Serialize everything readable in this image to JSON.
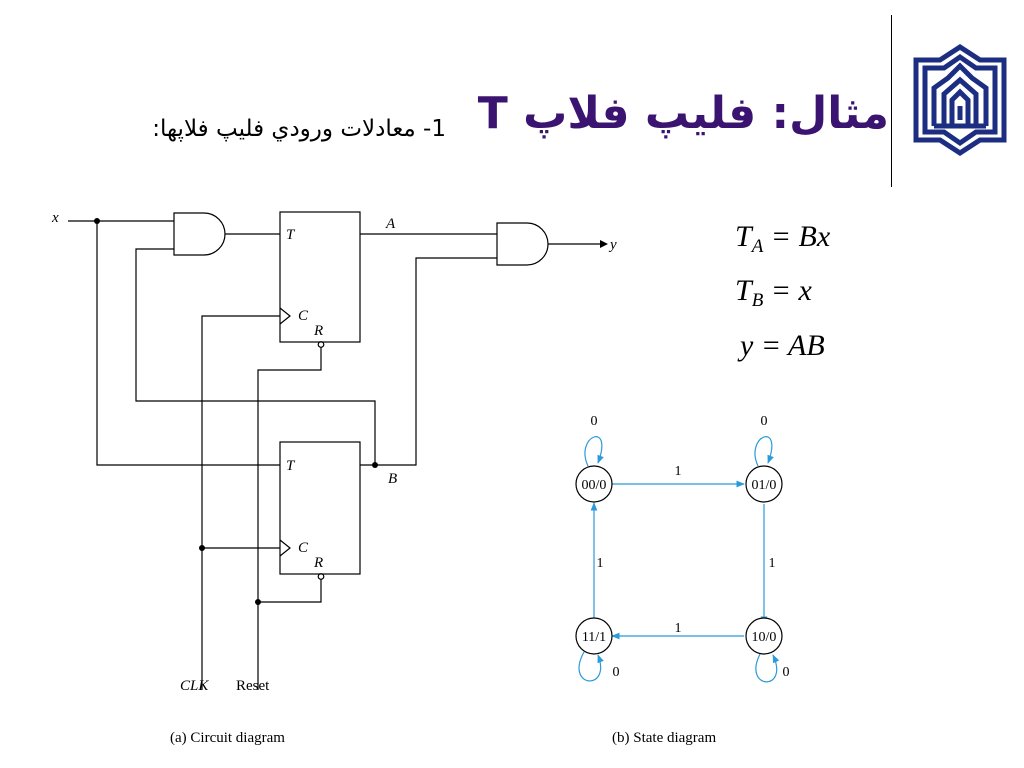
{
  "slide": {
    "title": "مثال: فلیپ فلاپ T",
    "subtitle": "1- معادلات ورودي فليپ فلاپها:"
  },
  "colors": {
    "title": "#3a1470",
    "logo": "#1c2e82",
    "state_arrows": "#2a9ad8"
  },
  "logo": {
    "icon": "university-emblem-icon"
  },
  "circuit": {
    "labels": {
      "x": "x",
      "y": "y",
      "A": "A",
      "B": "B",
      "T_top": "T",
      "C_top": "C",
      "R_top": "R",
      "T_bot": "T",
      "C_bot": "C",
      "R_bot": "R",
      "clk": "CLK",
      "reset": "Reset"
    },
    "caption": "(a) Circuit diagram"
  },
  "equations": {
    "ta_var": "T",
    "ta_sub": "A",
    "ta_rhs": "= Bx",
    "tb_var": "T",
    "tb_sub": "B",
    "tb_rhs": "= x",
    "y_eq": "y = AB"
  },
  "state_diagram": {
    "states": [
      {
        "id": "s00",
        "label": "00/0"
      },
      {
        "id": "s01",
        "label": "01/0"
      },
      {
        "id": "s10",
        "label": "10/0"
      },
      {
        "id": "s11",
        "label": "11/1"
      }
    ],
    "transitions": [
      {
        "from": "00/0",
        "to": "00/0",
        "input": "0"
      },
      {
        "from": "01/0",
        "to": "01/0",
        "input": "0"
      },
      {
        "from": "10/0",
        "to": "10/0",
        "input": "0"
      },
      {
        "from": "11/1",
        "to": "11/1",
        "input": "0"
      },
      {
        "from": "00/0",
        "to": "01/0",
        "input": "1"
      },
      {
        "from": "01/0",
        "to": "10/0",
        "input": "1"
      },
      {
        "from": "10/0",
        "to": "11/1",
        "input": "1"
      },
      {
        "from": "11/1",
        "to": "00/0",
        "input": "1"
      }
    ],
    "caption": "(b) State diagram"
  }
}
